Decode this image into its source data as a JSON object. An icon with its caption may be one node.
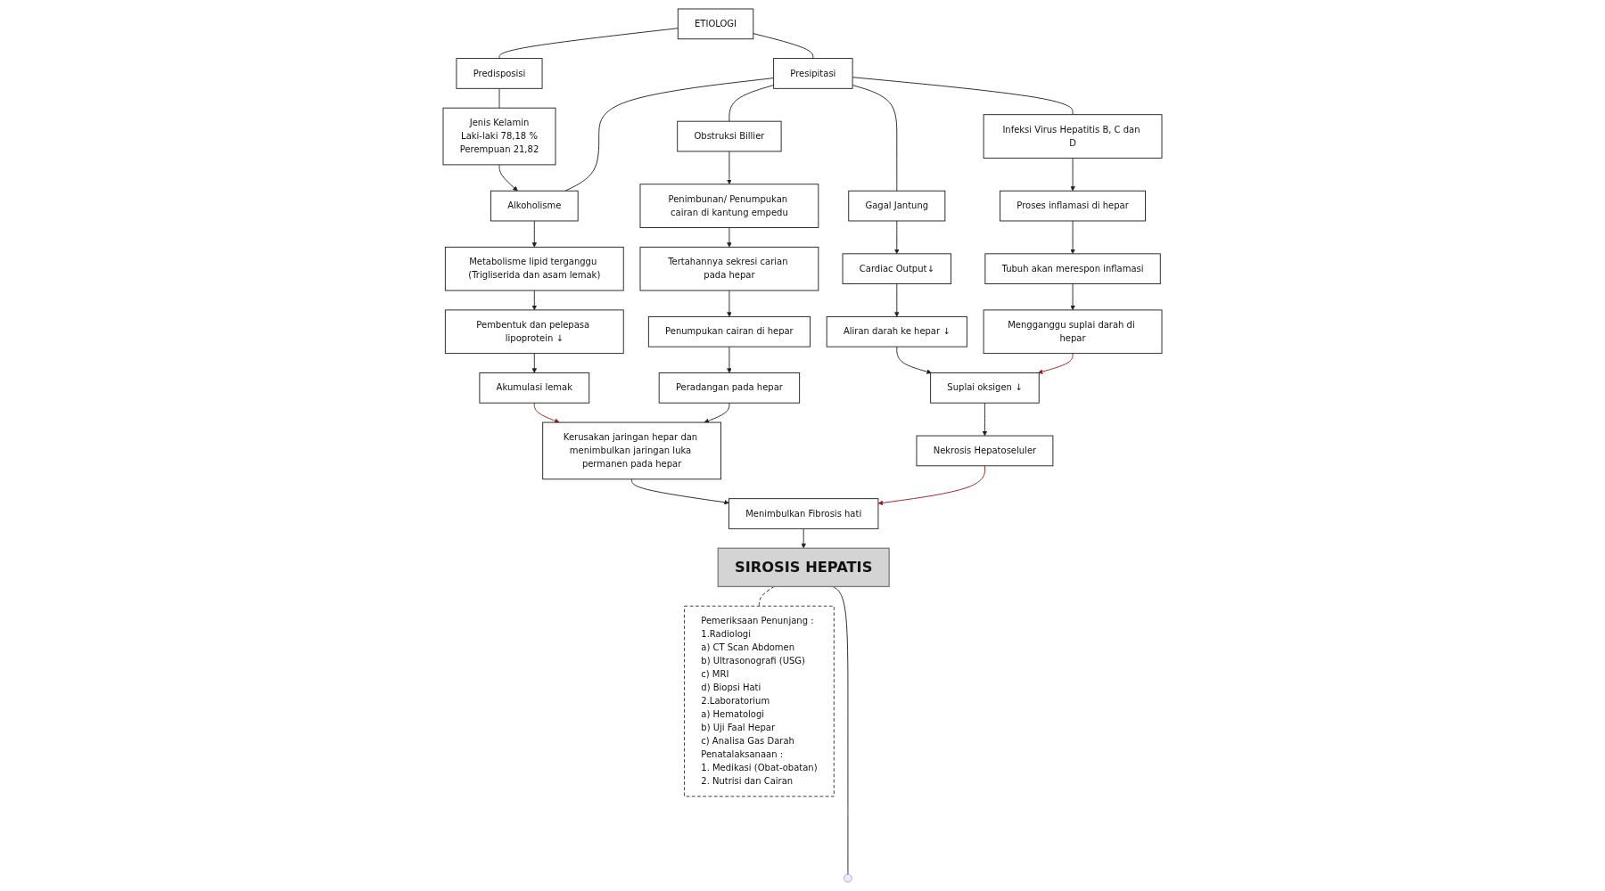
{
  "diagram": {
    "nodes": [
      {
        "text": [
          "ETIOLOGI"
        ]
      },
      {
        "text": [
          "Predisposisi"
        ]
      },
      {
        "text": [
          "Presipitasi"
        ]
      },
      {
        "text": [
          "Jenis Kelamin",
          "Laki-laki 78,18 %",
          "Perempuan 21,82"
        ]
      },
      {
        "text": [
          "Alkoholisme"
        ]
      },
      {
        "text": [
          "Obstruksi Billier"
        ]
      },
      {
        "text": [
          "Gagal Jantung"
        ]
      },
      {
        "text": [
          "Infeksi Virus Hepatitis B, C dan D"
        ]
      },
      {
        "text": [
          "Metabolisme lipid terganggu (Trigliserida dan asam lemak)"
        ]
      },
      {
        "text": [
          "Pembentuk dan pelepasa lipoprotein ↓"
        ]
      },
      {
        "text": [
          "Akumulasi lemak"
        ]
      },
      {
        "text": [
          "Penimbunan/ Penumpukan cairan di kantung empedu"
        ]
      },
      {
        "text": [
          "Tertahannya sekresi carian pada hepar"
        ]
      },
      {
        "text": [
          "Penumpukan cairan di hepar"
        ]
      },
      {
        "text": [
          "Peradangan pada hepar"
        ]
      },
      {
        "text": [
          "Cardiac Output↓"
        ]
      },
      {
        "text": [
          "Aliran darah ke hepar ↓"
        ]
      },
      {
        "text": [
          "Suplai oksigen ↓"
        ]
      },
      {
        "text": [
          "Nekrosis Hepatoseluler"
        ]
      },
      {
        "text": [
          "Proses inflamasi di hepar"
        ]
      },
      {
        "text": [
          "Tubuh akan merespon inflamasi"
        ]
      },
      {
        "text": [
          "Mengganggu suplai darah di hepar"
        ]
      },
      {
        "text": [
          "Kerusakan jaringan hepar dan menimbulkan jaringan luka permanen pada hepar"
        ]
      },
      {
        "text": [
          "Menimbulkan Fibrosis hati"
        ]
      },
      {
        "text": [
          "SIROSIS HEPATIS"
        ]
      },
      {
        "text": [
          "Pemeriksaan Penunjang :",
          "1.Radiologi",
          "a) CT Scan Abdomen",
          "b) Ultrasonografi (USG)",
          "c) MRI",
          "d) Biopsi Hati",
          "2.Laboratorium",
          "a) Hematologi",
          "b) Uji Faal Hepar",
          "c) Analisa Gas Darah",
          "Penatalaksanaan :",
          "1. Medikasi (Obat-obatan)",
          "2. Nutrisi dan Cairan"
        ]
      }
    ],
    "edges": [
      {
        "from": 0,
        "to": 1,
        "arrow": "none"
      },
      {
        "from": 0,
        "to": 2,
        "arrow": "none"
      },
      {
        "from": 1,
        "to": 3,
        "arrow": "none"
      },
      {
        "from": 2,
        "to": 4,
        "arrow": "none"
      },
      {
        "from": 2,
        "to": 5,
        "arrow": "none"
      },
      {
        "from": 2,
        "to": 6,
        "arrow": "none"
      },
      {
        "from": 2,
        "to": 7,
        "arrow": "none"
      },
      {
        "from": 3,
        "to": 4,
        "arrow": "to"
      },
      {
        "from": 4,
        "to": 8,
        "arrow": "to"
      },
      {
        "from": 8,
        "to": 9,
        "arrow": "to"
      },
      {
        "from": 9,
        "to": 10,
        "arrow": "to"
      },
      {
        "from": 10,
        "to": 22,
        "arrow": "to",
        "color": "#9b1b1b"
      },
      {
        "from": 5,
        "to": 11,
        "arrow": "to"
      },
      {
        "from": 11,
        "to": 12,
        "arrow": "to"
      },
      {
        "from": 12,
        "to": 13,
        "arrow": "to"
      },
      {
        "from": 13,
        "to": 14,
        "arrow": "to"
      },
      {
        "from": 14,
        "to": 22,
        "arrow": "to"
      },
      {
        "from": 6,
        "to": 15,
        "arrow": "to"
      },
      {
        "from": 15,
        "to": 16,
        "arrow": "to"
      },
      {
        "from": 16,
        "to": 17,
        "arrow": "to"
      },
      {
        "from": 17,
        "to": 18,
        "arrow": "to"
      },
      {
        "from": 18,
        "to": 23,
        "arrow": "to",
        "color": "#9b1b1b"
      },
      {
        "from": 7,
        "to": 19,
        "arrow": "to"
      },
      {
        "from": 19,
        "to": 20,
        "arrow": "to"
      },
      {
        "from": 20,
        "to": 21,
        "arrow": "to"
      },
      {
        "from": 21,
        "to": 17,
        "arrow": "to",
        "color": "#9b1b1b"
      },
      {
        "from": 22,
        "to": 23,
        "arrow": "to"
      },
      {
        "from": 23,
        "to": 24,
        "arrow": "to"
      },
      {
        "from": 25,
        "to": 24,
        "arrow": "none",
        "style": "dashed"
      },
      {
        "from": 24,
        "to": null,
        "arrow": "none"
      }
    ]
  }
}
